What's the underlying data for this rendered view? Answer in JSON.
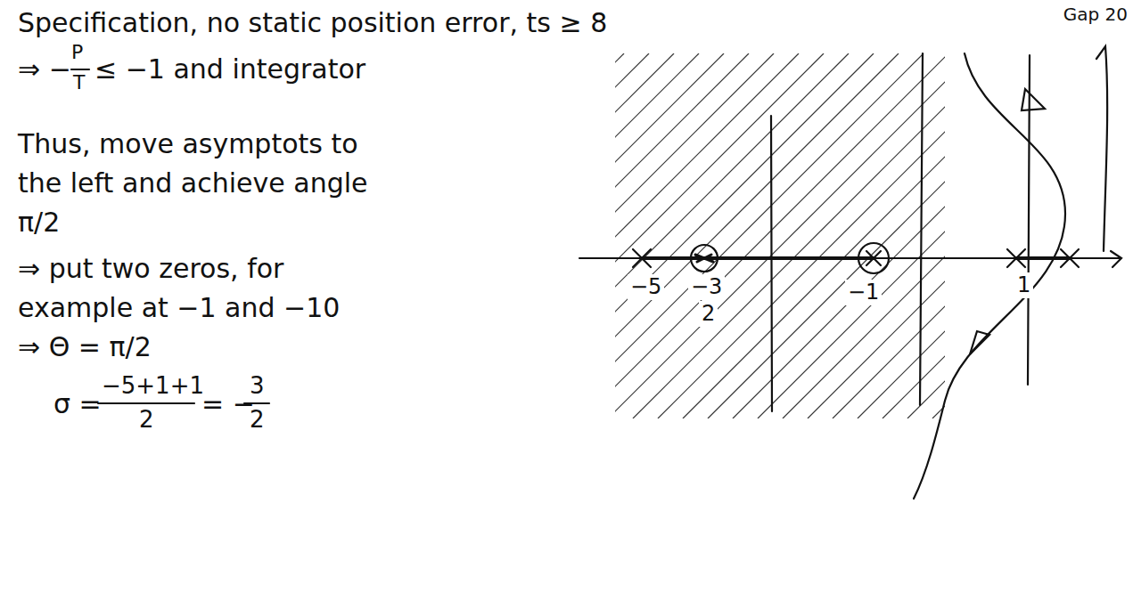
{
  "diagram": {
    "labels": [
      "Specification, no static position error, ts ≥ 8",
      "Gap 20",
      "⇒ −",
      "P",
      "T",
      "≤ −1 and integrator",
      "Thus, move asymptots to the left and achieve angle π/2",
      "⇒ put two zeros, for example at −1 and −10",
      "⇒ Θ = π/2",
      "σ =",
      "−5+1+1",
      "2",
      "= −",
      "3",
      "2",
      "−5",
      "−3",
      "2",
      "−1",
      "1"
    ]
  }
}
